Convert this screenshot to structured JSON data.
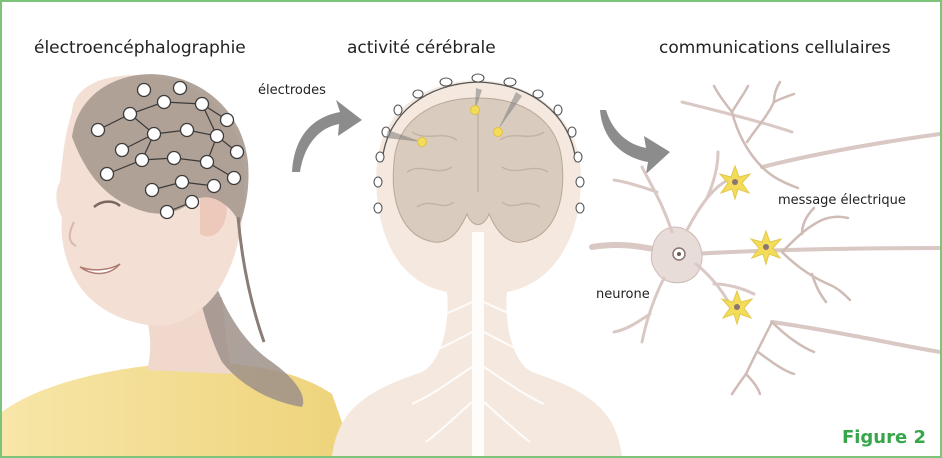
{
  "titles": {
    "eeg": "électroencéphalographie",
    "brain_activity": "activité cérébrale",
    "cell_comm": "communications cellulaires"
  },
  "labels": {
    "electrodes": "électrodes",
    "message": "message électrique",
    "neuron": "neurone"
  },
  "figure_label": "Figure 2",
  "colors": {
    "frame_border": "#7cc47a",
    "figure_label": "#37a64a",
    "skin": "#f3ddd2",
    "cap": "#a89a90",
    "shirt": "#f1d985",
    "brain": "#d9cbbd",
    "arrow": "#8c8c8c",
    "spark": "#f2dc5a",
    "neuron": "#d9c8c4"
  }
}
